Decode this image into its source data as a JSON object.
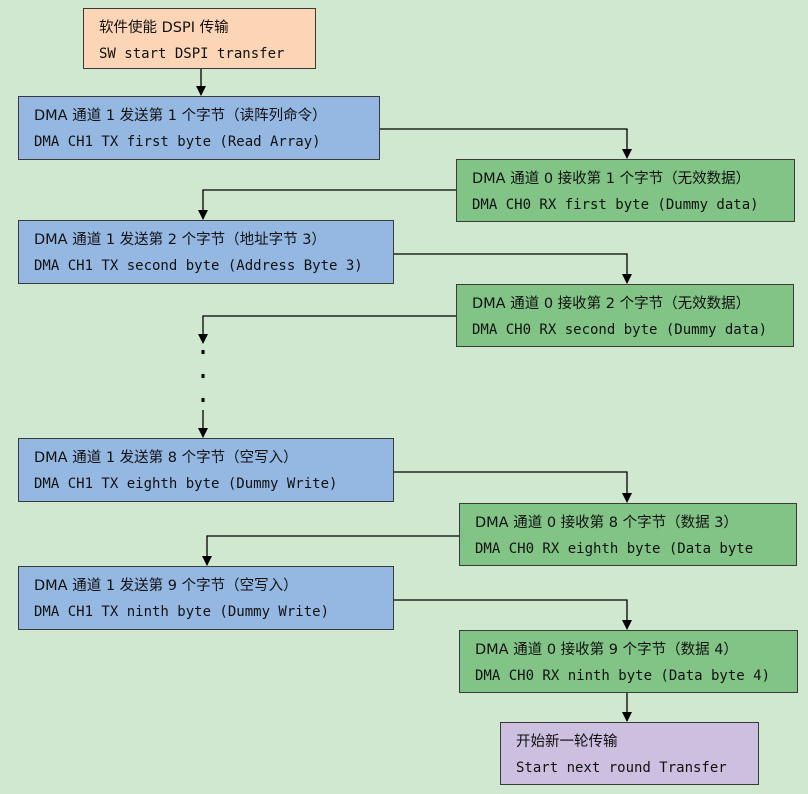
{
  "start": {
    "line1": "软件使能 DSPI 传输",
    "line2": "SW start DSPI transfer"
  },
  "steps": [
    {
      "kind": "tx",
      "line1": "DMA 通道 1 发送第 1 个字节（读阵列命令）",
      "line2": "DMA CH1 TX first byte (Read Array)"
    },
    {
      "kind": "rx",
      "line1": "DMA 通道 0 接收第 1 个字节（无效数据）",
      "line2": "DMA CH0 RX first byte (Dummy data)"
    },
    {
      "kind": "tx",
      "line1": "DMA 通道 1 发送第 2 个字节（地址字节 3）",
      "line2": "DMA CH1 TX second byte (Address Byte 3)"
    },
    {
      "kind": "rx",
      "line1": "DMA 通道 0 接收第 2 个字节（无效数据）",
      "line2": "DMA CH0 RX second byte (Dummy data)"
    },
    {
      "kind": "tx",
      "line1": "DMA 通道 1 发送第 8 个字节（空写入）",
      "line2": "DMA CH1 TX eighth byte (Dummy Write)"
    },
    {
      "kind": "rx",
      "line1": "DMA 通道 0 接收第 8 个字节（数据 3）",
      "line2": "DMA CH0 RX eighth byte (Data byte"
    },
    {
      "kind": "tx",
      "line1": "DMA 通道 1 发送第 9 个字节（空写入）",
      "line2": "DMA CH1 TX ninth byte (Dummy Write)"
    },
    {
      "kind": "rx",
      "line1": "DMA 通道 0 接收第 9 个字节（数据 4）",
      "line2": "DMA CH0 RX ninth byte (Data byte 4)"
    }
  ],
  "end": {
    "line1": "开始新一轮传输",
    "line2": "Start next round Transfer"
  },
  "colors": {
    "background": "#cfe8cf",
    "start_fill": "#fbd5b5",
    "tx_fill": "#95b8e3",
    "rx_fill": "#82c486",
    "end_fill": "#cdbfe0"
  }
}
